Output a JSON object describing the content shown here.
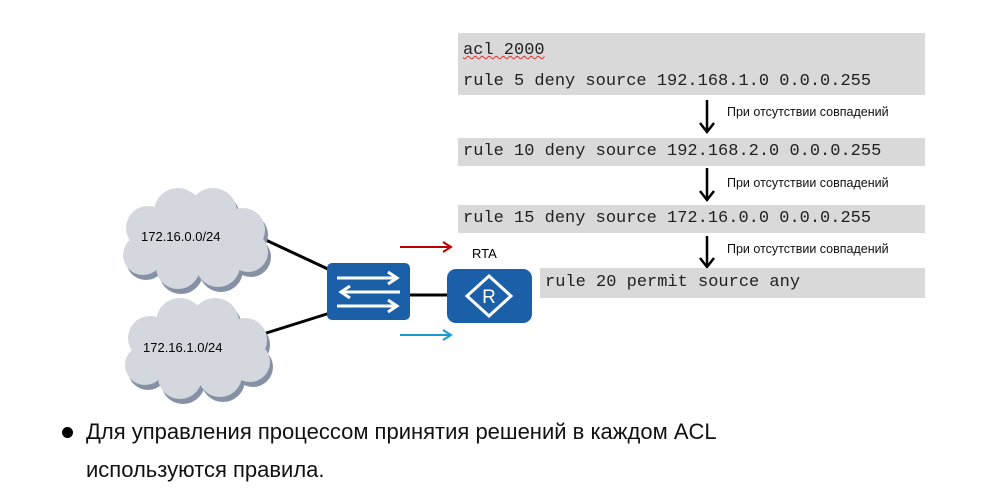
{
  "acl": {
    "header": "acl 2000",
    "rules": [
      "rule 5 deny source 192.168.1.0 0.0.0.255",
      "rule 10 deny source 192.168.2.0 0.0.0.255",
      "rule 15 deny source 172.16.0.0 0.0.0.255",
      "rule 20 permit source any"
    ],
    "no_match_label": "При отсутствии совпадений"
  },
  "network": {
    "cloud1": "172.16.0.0/24",
    "cloud2": "172.16.1.0/24",
    "router": "RTA",
    "colors": {
      "device": "#1a5fa8",
      "red_arrow": "#c00000",
      "blue_arrow": "#1a9ad0",
      "code_bg": "#d9d9d9"
    }
  },
  "bullet": {
    "line1": "Для управления процессом принятия решений в каждом ACL",
    "line2": "используются правила."
  }
}
